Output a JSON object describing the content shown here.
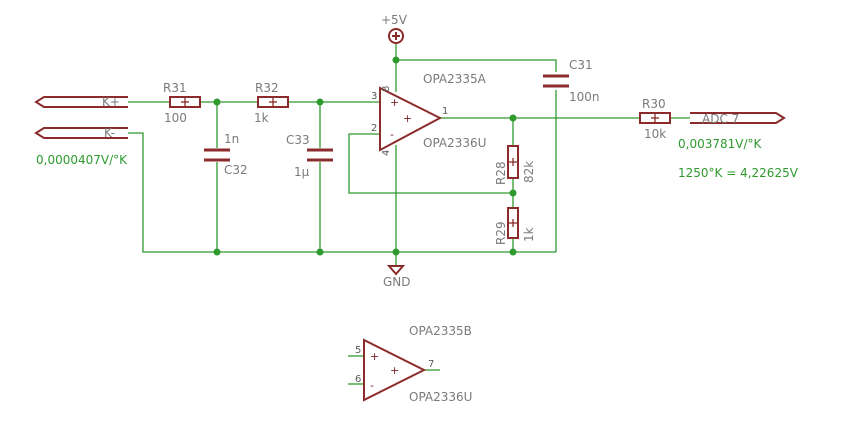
{
  "supply": {
    "label": "+5V"
  },
  "ground": {
    "label": "GND"
  },
  "ports": {
    "k_plus": "K+",
    "k_minus": "K-",
    "adc": "ADC 7"
  },
  "resistors": [
    {
      "name": "R31",
      "value": "100"
    },
    {
      "name": "R32",
      "value": "1k"
    },
    {
      "name": "R30",
      "value": "10k"
    },
    {
      "name": "R28",
      "value": "82k"
    },
    {
      "name": "R29",
      "value": "1k"
    }
  ],
  "capacitors": [
    {
      "name": "C32",
      "value": "1n"
    },
    {
      "name": "C33",
      "value": "1µ"
    },
    {
      "name": "C31",
      "value": "100n"
    }
  ],
  "opamp_a": {
    "name": "OPA2335A",
    "value": "OPA2336U",
    "pins": {
      "plus": "3",
      "minus": "2",
      "out": "1",
      "vcc": "8",
      "gnd": "4"
    },
    "plus_sign": "+",
    "minus_sign": "-"
  },
  "opamp_b": {
    "name": "OPA2335B",
    "value": "OPA2336U",
    "pins": {
      "plus": "5",
      "minus": "6",
      "out": "7"
    },
    "plus_sign": "+",
    "minus_sign": "-"
  },
  "notes": {
    "sensitivity_in": "0,0000407V/°K",
    "sensitivity_out": "0,003781V/°K",
    "example": "1250°K = 4,22625V"
  },
  "colors": {
    "wire": "#2e9a2e",
    "component": "#8b2b2b",
    "label": "#7a7a7a",
    "note": "#2e9a2e"
  }
}
